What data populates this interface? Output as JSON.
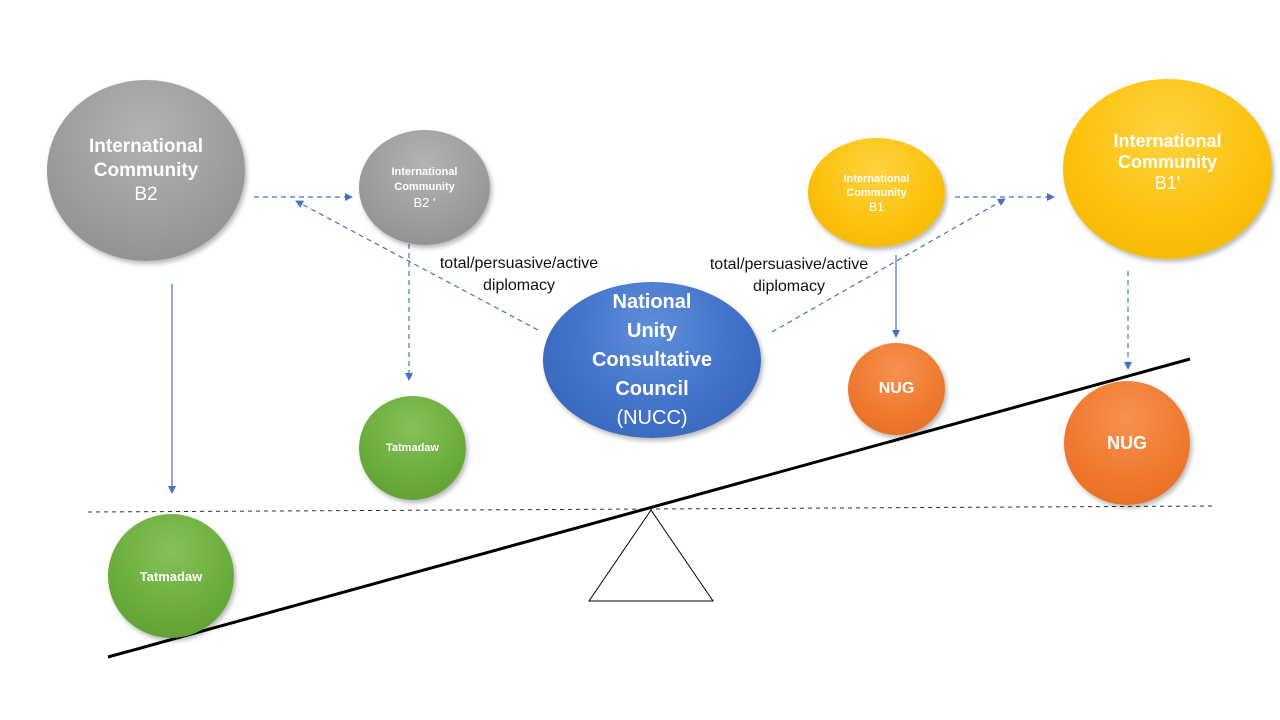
{
  "nodes": {
    "ic_b2": {
      "line1": "International",
      "line2": "Community",
      "line3": "B2"
    },
    "ic_b2p": {
      "line1": "International",
      "line2": "Community",
      "line3": "B2 '"
    },
    "ic_b1": {
      "line1": "International",
      "line2": "Community",
      "line3": "B1"
    },
    "ic_b1p": {
      "line1": "International",
      "line2": "Community",
      "line3": "B1'"
    },
    "nucc": {
      "line1": "National",
      "line2": "Unity",
      "line3": "Consultative",
      "line4": "Council",
      "line5": "(NUCC)"
    },
    "tat_small": {
      "text": "Tatmadaw"
    },
    "tat_big": {
      "text": "Tatmadaw"
    },
    "nug_small": {
      "text": "NUG"
    },
    "nug_big": {
      "text": "NUG"
    }
  },
  "labels": {
    "left": {
      "line1": "total/persuasive/active",
      "line2": "diplomacy"
    },
    "right": {
      "line1": "total/persuasive/active",
      "line2": "diplomacy"
    }
  },
  "colors": {
    "international_community_b2": "#9d9d9d",
    "international_community_b1": "#fcc20e",
    "tatmadaw": "#6aae3e",
    "nug": "#ef7a2f",
    "nucc": "#4171c9",
    "arrow": "#4472c4"
  }
}
